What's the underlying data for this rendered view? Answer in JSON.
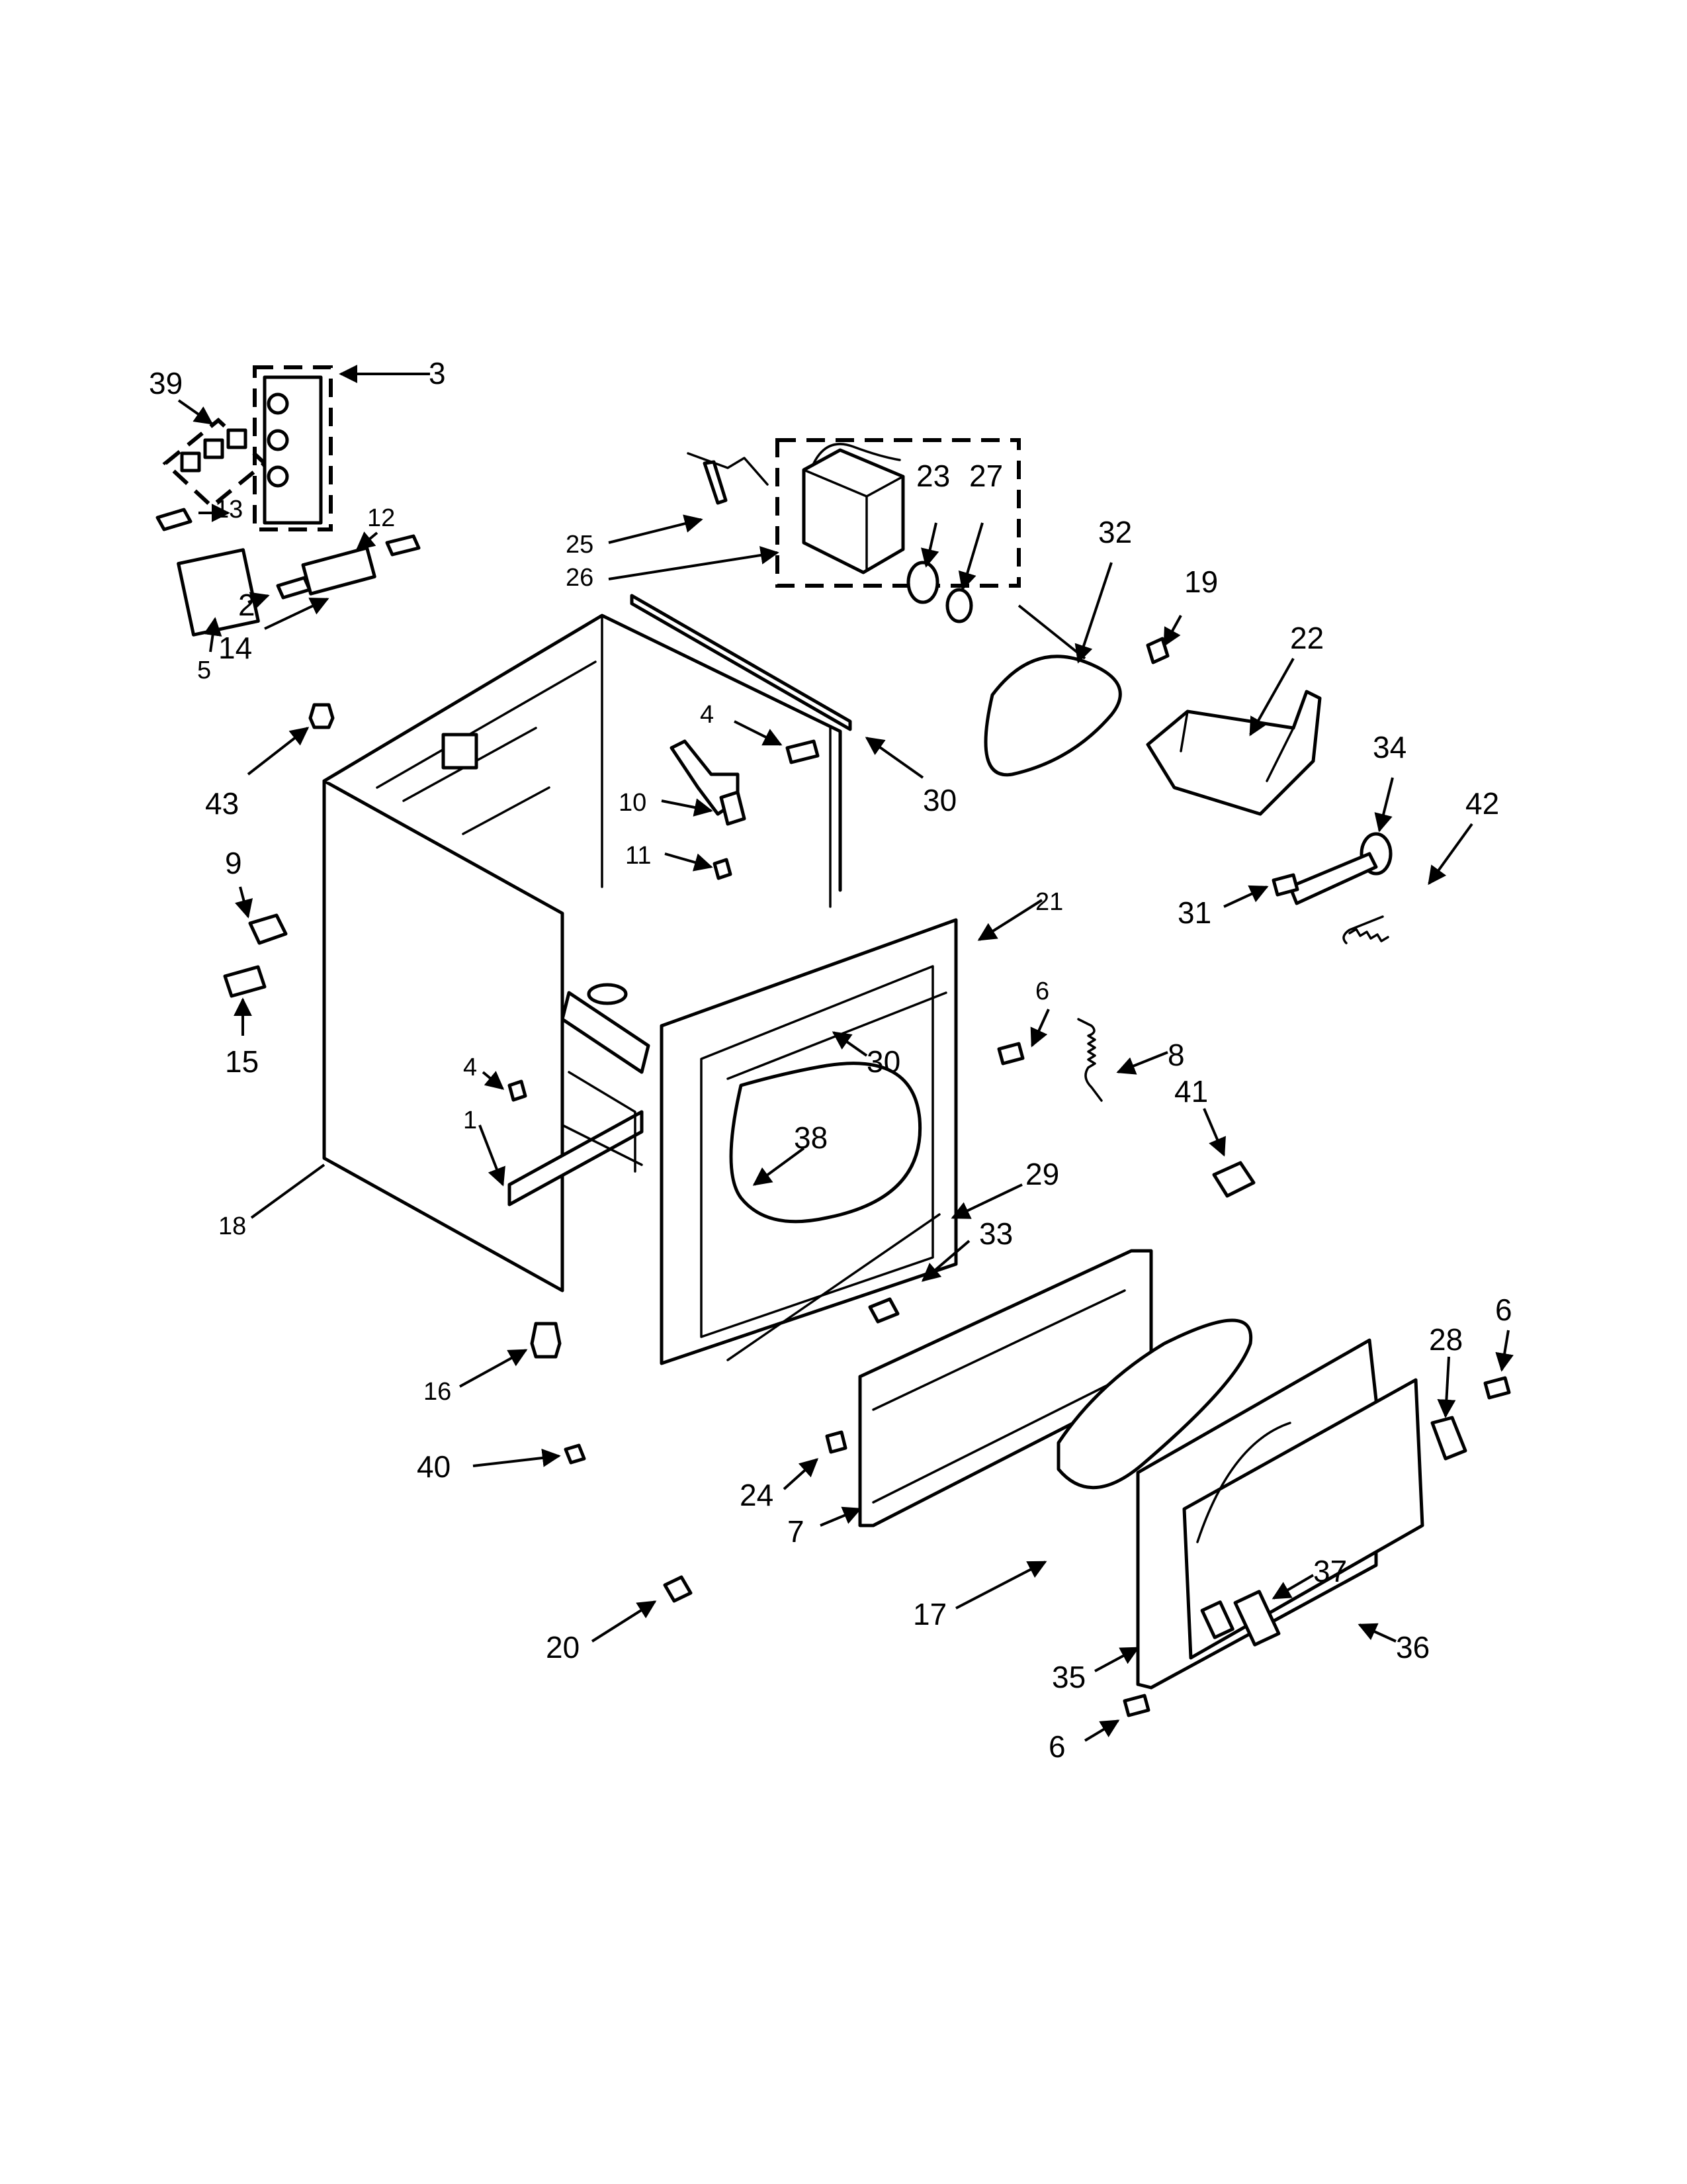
{
  "diagram": {
    "callouts": [
      {
        "id": "c39",
        "text": "39"
      },
      {
        "id": "c3",
        "text": "3"
      },
      {
        "id": "c13",
        "text": "13"
      },
      {
        "id": "c12",
        "text": "12"
      },
      {
        "id": "c2",
        "text": "2"
      },
      {
        "id": "c14",
        "text": "14"
      },
      {
        "id": "c5",
        "text": "5"
      },
      {
        "id": "c25",
        "text": "25"
      },
      {
        "id": "c26",
        "text": "26"
      },
      {
        "id": "c23",
        "text": "23"
      },
      {
        "id": "c27",
        "text": "27"
      },
      {
        "id": "c32",
        "text": "32"
      },
      {
        "id": "c19",
        "text": "19"
      },
      {
        "id": "c22",
        "text": "22"
      },
      {
        "id": "c43",
        "text": "43"
      },
      {
        "id": "c4a",
        "text": "4"
      },
      {
        "id": "c30a",
        "text": "30"
      },
      {
        "id": "c10",
        "text": "10"
      },
      {
        "id": "c11",
        "text": "11"
      },
      {
        "id": "c34",
        "text": "34"
      },
      {
        "id": "c42",
        "text": "42"
      },
      {
        "id": "c9",
        "text": "9"
      },
      {
        "id": "c15",
        "text": "15"
      },
      {
        "id": "c31",
        "text": "31"
      },
      {
        "id": "c21",
        "text": "21"
      },
      {
        "id": "c6a",
        "text": "6"
      },
      {
        "id": "c8",
        "text": "8"
      },
      {
        "id": "c41",
        "text": "41"
      },
      {
        "id": "c4b",
        "text": "4"
      },
      {
        "id": "c1",
        "text": "1"
      },
      {
        "id": "c30b",
        "text": "30"
      },
      {
        "id": "c38",
        "text": "38"
      },
      {
        "id": "c29",
        "text": "29"
      },
      {
        "id": "c18",
        "text": "18"
      },
      {
        "id": "c33",
        "text": "33"
      },
      {
        "id": "c6b",
        "text": "6"
      },
      {
        "id": "c28",
        "text": "28"
      },
      {
        "id": "c16",
        "text": "16"
      },
      {
        "id": "c40",
        "text": "40"
      },
      {
        "id": "c24",
        "text": "24"
      },
      {
        "id": "c7",
        "text": "7"
      },
      {
        "id": "c37",
        "text": "37"
      },
      {
        "id": "c17",
        "text": "17"
      },
      {
        "id": "c20",
        "text": "20"
      },
      {
        "id": "c35",
        "text": "35"
      },
      {
        "id": "c36",
        "text": "36"
      },
      {
        "id": "c6c",
        "text": "6"
      }
    ]
  }
}
